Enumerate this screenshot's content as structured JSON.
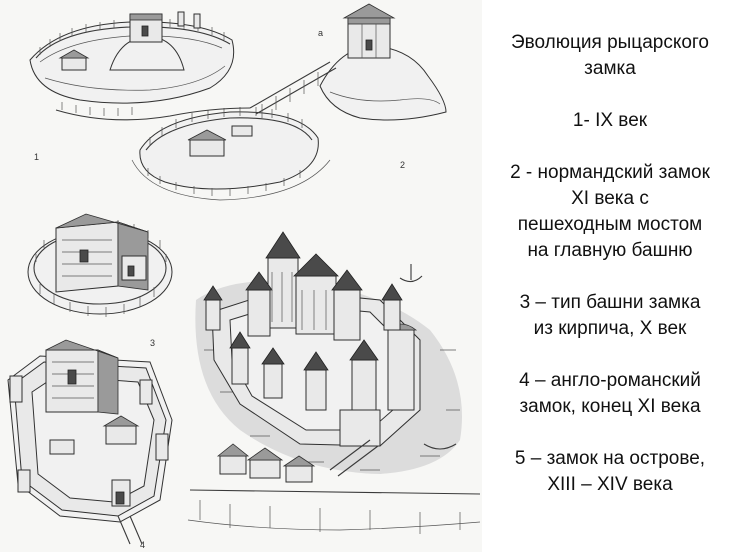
{
  "caption": {
    "title_line1": "Эволюция рыцарского",
    "title_line2": "замка",
    "item1": "1- IX век",
    "item2_line1": "2 - нормандский замок",
    "item2_line2": "XI века с",
    "item2_line3": "пешеходным мостом",
    "item2_line4": "на главную башню",
    "item3_line1": "3 – тип башни замка",
    "item3_line2": "из кирпича, X век",
    "item4_line1": "4 – англо-романский",
    "item4_line2": "замок, конец XI века",
    "item5_line1": "5 – замок на острове,",
    "item5_line2": "XIII – XIV века"
  },
  "illustration": {
    "labels": [
      "1",
      "2",
      "3",
      "4",
      "a"
    ]
  }
}
